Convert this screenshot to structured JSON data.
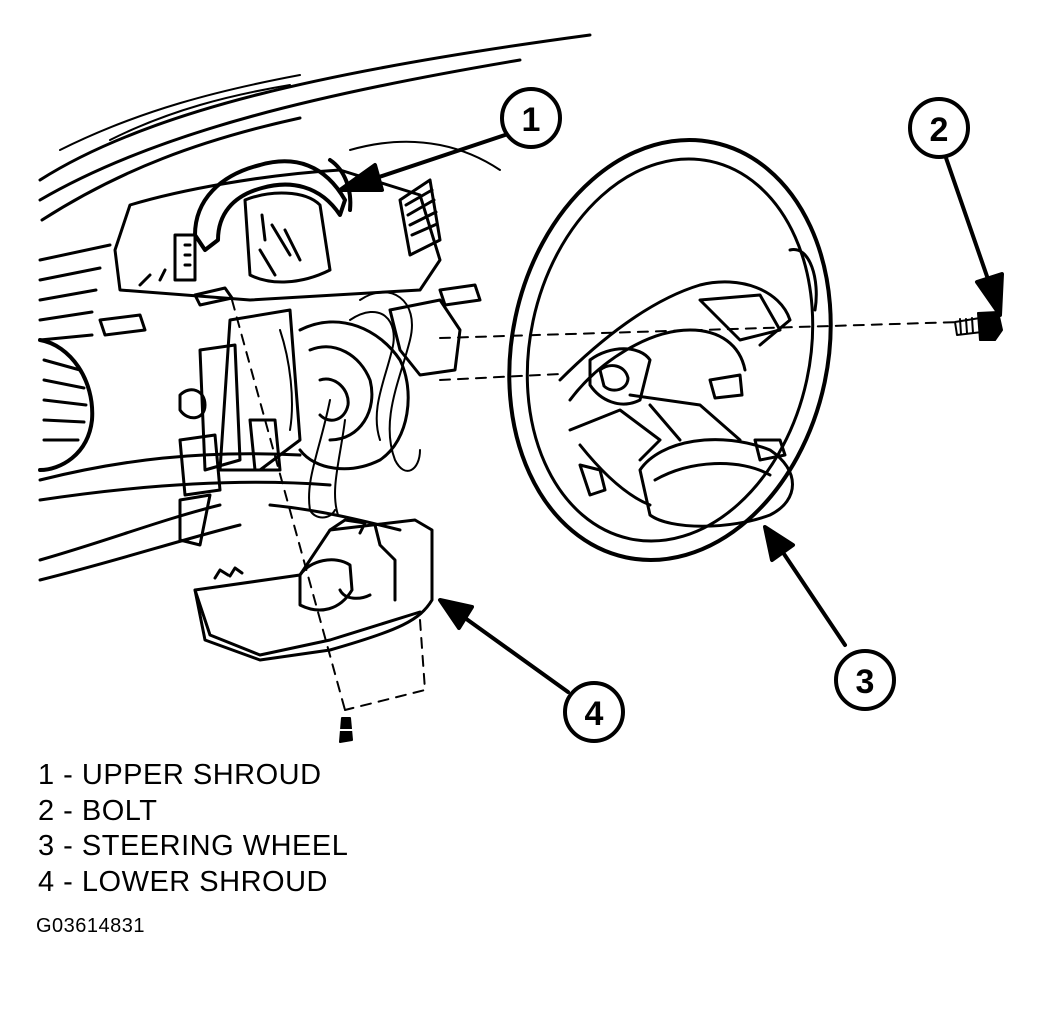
{
  "callouts": [
    {
      "number": "1"
    },
    {
      "number": "2"
    },
    {
      "number": "3"
    },
    {
      "number": "4"
    }
  ],
  "legend": [
    {
      "text": "1 - UPPER SHROUD"
    },
    {
      "text": "2 - BOLT"
    },
    {
      "text": "3 - STEERING WHEEL"
    },
    {
      "text": "4 - LOWER SHROUD"
    }
  ],
  "figure_id": "G03614831"
}
